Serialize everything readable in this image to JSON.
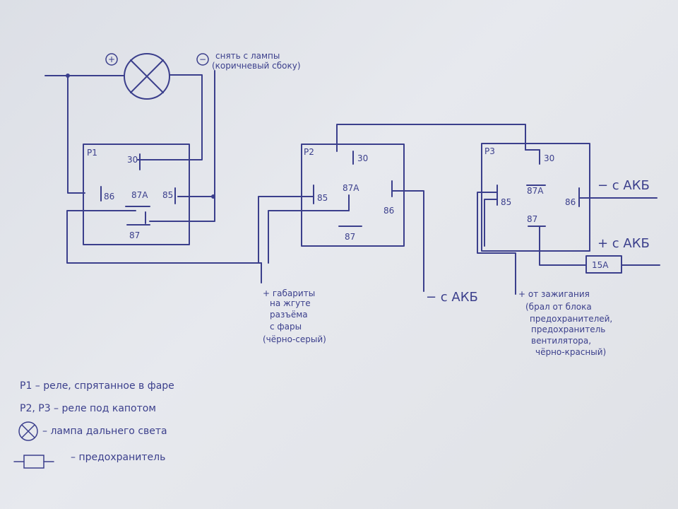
{
  "lamp": {
    "plus": "+",
    "minus": "−",
    "note_line1": "снять с лампы",
    "note_line2": "(коричневый сбоку)"
  },
  "relays": [
    {
      "name": "P1",
      "pins": {
        "p30": "30",
        "p86": "86",
        "p87a": "87А",
        "p85": "85",
        "p87": "87"
      }
    },
    {
      "name": "P2",
      "pins": {
        "p30": "30",
        "p85": "85",
        "p87a": "87А",
        "p86": "86",
        "p87": "87"
      }
    },
    {
      "name": "P3",
      "pins": {
        "p30": "30",
        "p85": "85",
        "p87a": "87А",
        "p86": "86",
        "p87": "87"
      }
    }
  ],
  "connections": {
    "minus_akb_right": "− с АКБ",
    "plus_akb_right": "+ с АКБ",
    "fuse": "15А",
    "minus_akb_p2": "− с АКБ",
    "gabarity": [
      "+ габариты",
      "на жгуте",
      "разъёма",
      "с фары",
      "(чёрно-серый)"
    ],
    "ignition": [
      "+ от зажигания",
      "(брал от блока",
      "предохранителей,",
      "предохранитель",
      "вентилятора,",
      "чёрно-красный)"
    ]
  },
  "legend": {
    "p1": "P1 – реле, спрятанное в фаре",
    "p23": "P2, P3 – реле под капотом",
    "lamp": "– лампа дальнего света",
    "fuse": "– предохранитель"
  }
}
